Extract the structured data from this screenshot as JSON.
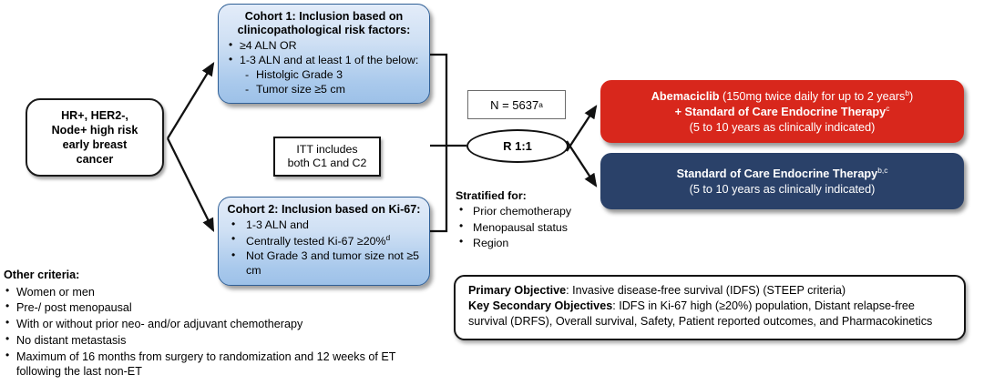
{
  "diagram": {
    "type": "clinical-trial-flow",
    "colors": {
      "treatment_arm": "#d8271c",
      "control_arm": "#2a4169",
      "cohort_fill_top": "#e3ecf9",
      "cohort_fill_bottom": "#9dc1e8",
      "cohort_border": "#2f5f96",
      "outline": "#111111"
    }
  },
  "entry": {
    "lines": [
      "HR+, HER2-,",
      "Node+ high risk",
      "early breast",
      "cancer"
    ],
    "text": "HR+, HER2-, Node+ high risk early breast cancer"
  },
  "cohort1": {
    "title": "Cohort 1: Inclusion based on clinicopathological risk factors:",
    "bullets": [
      "≥4 ALN OR",
      "1-3 ALN and at least 1 of the below:"
    ],
    "subbullets": [
      "Histolgic Grade 3",
      "Tumor size ≥5 cm"
    ]
  },
  "cohort2": {
    "title": "Cohort 2: Inclusion based on Ki-67:",
    "bullets": [
      "1-3 ALN and",
      "Centrally tested Ki-67 ≥20%",
      "Not Grade 3 and tumor size not ≥5 cm"
    ],
    "bullet2_sup": "d"
  },
  "itt": {
    "line1": "ITT includes",
    "line2": "both C1 and C2"
  },
  "enrollment": {
    "label": "N = 5637",
    "sup": "a"
  },
  "randomization": {
    "label": "R 1:1"
  },
  "arms": {
    "treatment": {
      "drug": "Abemaciclib",
      "dose": "(150mg twice daily for up to 2 years",
      "dose_sup": "b",
      "dose_close": ")",
      "plus": "+ Standard of Care Endocrine Therapy",
      "plus_sup": "c",
      "duration": "(5 to 10 years as clinically indicated)"
    },
    "control": {
      "title": "Standard of Care Endocrine Therapy",
      "title_sup": "b,c",
      "duration": "(5 to 10 years as clinically indicated)"
    }
  },
  "stratified": {
    "heading": "Stratified for:",
    "items": [
      "Prior chemotherapy",
      "Menopausal status",
      "Region"
    ]
  },
  "objectives": {
    "primary_label": "Primary Objective",
    "primary_text": ": Invasive disease-free survival (IDFS) (STEEP criteria)",
    "secondary_label": "Key Secondary Objectives",
    "secondary_text": ": IDFS in Ki-67 high (≥20%) population, Distant relapse-free survival (DRFS), Overall survival, Safety, Patient reported outcomes, and Pharmacokinetics"
  },
  "other_criteria": {
    "heading": "Other criteria:",
    "items": [
      "Women or men",
      "Pre-/ post menopausal",
      "With or without prior neo- and/or adjuvant chemotherapy",
      "No distant metastasis",
      "Maximum of 16 months from surgery to randomization and 12 weeks of ET following the last non-ET"
    ]
  }
}
